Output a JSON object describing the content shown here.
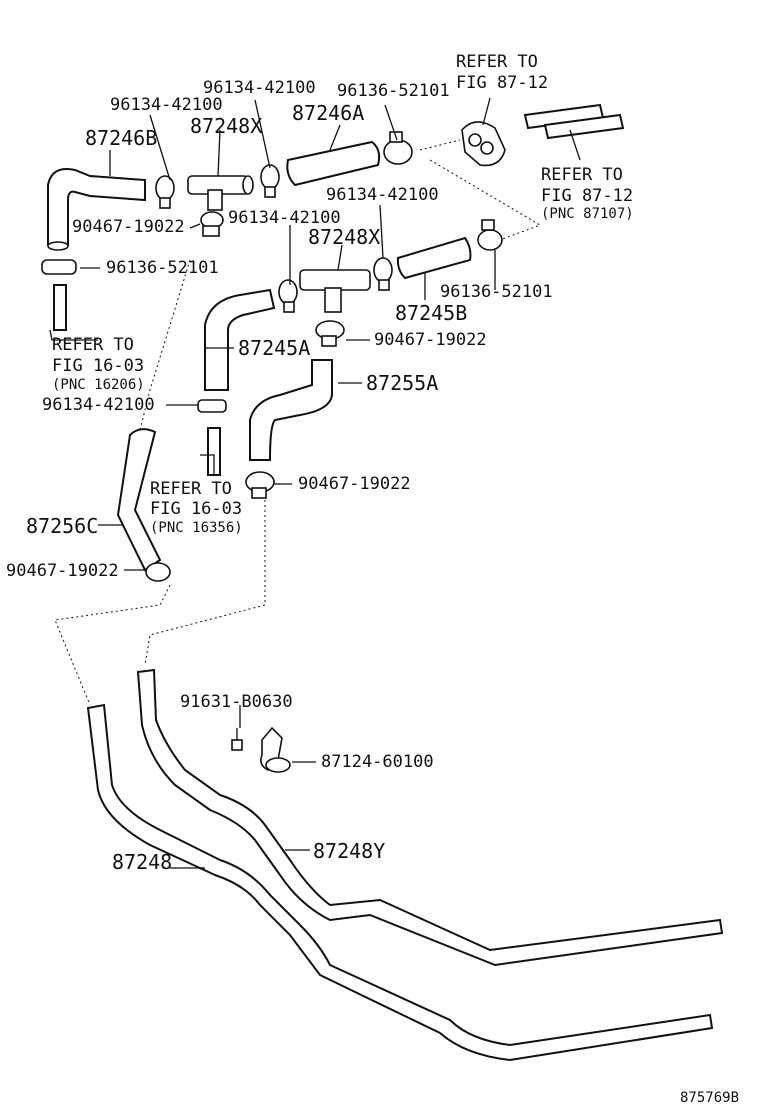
{
  "labels": {
    "p_96134_top1": "96134-42100",
    "p_96134_top2": "96134-42100",
    "p_96136_top": "96136-52101",
    "refer_87_12_a_line1": "REFER TO",
    "refer_87_12_a_line2": "FIG 87-12",
    "p_87246B": "87246B",
    "p_87248X_top": "87248X",
    "p_87246A": "87246A",
    "refer_87_12_b_line1": "REFER TO",
    "refer_87_12_b_line2": "FIG 87-12",
    "refer_87_12_b_pnc": "(PNC 87107)",
    "p_90467_a": "90467-19022",
    "p_96134_mid1": "96134-42100",
    "p_96134_mid2": "96134-42100",
    "p_87248X_mid": "87248X",
    "p_96136_left": "96136-52101",
    "p_96136_right": "96136-52101",
    "p_87245B": "87245B",
    "refer_16_03_a_line1": "REFER TO",
    "refer_16_03_a_line2": "FIG 16-03",
    "refer_16_03_a_pnc": "(PNC 16206)",
    "p_87245A": "87245A",
    "p_90467_b": "90467-19022",
    "p_87255A": "87255A",
    "p_96134_low": "96134-42100",
    "refer_16_03_b_line1": "REFER TO",
    "refer_16_03_b_line2": "FIG 16-03",
    "refer_16_03_b_pnc": "(PNC 16356)",
    "p_90467_c": "90467-19022",
    "p_87256C": "87256C",
    "p_90467_d": "90467-19022",
    "p_91631": "91631-B0630",
    "p_87124": "87124-60100",
    "p_87248Y": "87248Y",
    "p_87248": "87248",
    "diagram_code": "875769B"
  }
}
